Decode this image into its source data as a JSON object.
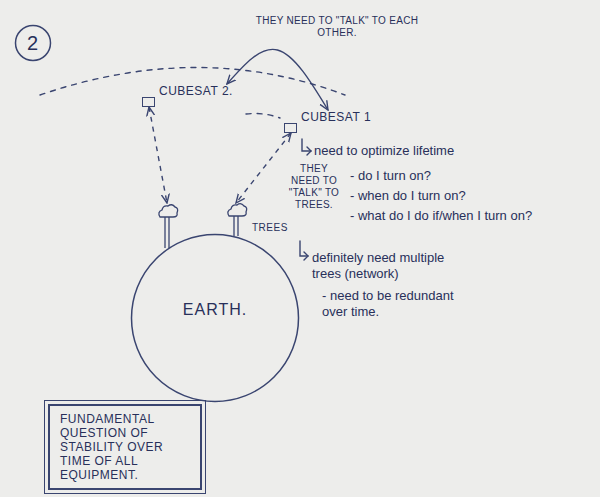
{
  "diagram": {
    "nodes": [
      {
        "text": [
          "2"
        ]
      },
      {
        "text": [
          "CUBESAT 2."
        ]
      },
      {
        "text": [
          "CUBESAT 1"
        ]
      },
      {
        "text": [
          "TREES"
        ]
      },
      {
        "text": [
          "EARTH."
        ]
      },
      {
        "text": [
          "FUNDAMENTAL QUESTION OF STABILITY OVER TIME OF ALL EQUIPMENT."
        ]
      }
    ],
    "edges": [
      {
        "from": 1,
        "to": 2,
        "arrow": "both",
        "label": "THEY NEED TO \"TALK\" TO EACH OTHER."
      },
      {
        "from": 1,
        "to": 3,
        "arrow": "both"
      },
      {
        "from": 2,
        "to": 3,
        "arrow": "both",
        "label": "THEY NEED TO \"TALK\" TO TREES."
      }
    ],
    "labels": [
      "need to optimize lifetime",
      "- do I turn on?",
      "- when do I turn on?",
      "- what do I do if/when I turn on?",
      "definitely need multiple trees (network)",
      "- need to be redundant over time."
    ]
  }
}
